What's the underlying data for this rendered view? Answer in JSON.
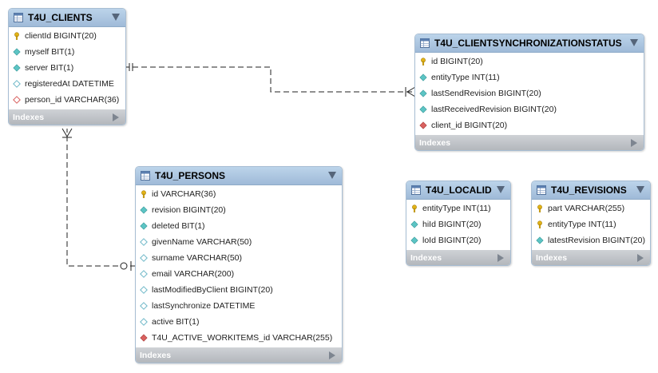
{
  "diagram": {
    "indexes_label": "Indexes",
    "tables": [
      {
        "name": "T4U_CLIENTS",
        "columns": [
          {
            "text": "clientId BIGINT(20)",
            "icon": "primary-key-icon"
          },
          {
            "text": "myself BIT(1)",
            "icon": "not-null-column-icon"
          },
          {
            "text": "server BIT(1)",
            "icon": "not-null-column-icon"
          },
          {
            "text": "registeredAt DATETIME",
            "icon": "nullable-column-icon"
          },
          {
            "text": "person_id VARCHAR(36)",
            "icon": "foreign-key-nullable-icon"
          }
        ]
      },
      {
        "name": "T4U_CLIENTSYNCHRONIZATIONSTATUS",
        "columns": [
          {
            "text": "id BIGINT(20)",
            "icon": "primary-key-icon"
          },
          {
            "text": "entityType INT(11)",
            "icon": "not-null-column-icon"
          },
          {
            "text": "lastSendRevision BIGINT(20)",
            "icon": "not-null-column-icon"
          },
          {
            "text": "lastReceivedRevision BIGINT(20)",
            "icon": "not-null-column-icon"
          },
          {
            "text": "client_id BIGINT(20)",
            "icon": "foreign-key-icon"
          }
        ]
      },
      {
        "name": "T4U_PERSONS",
        "columns": [
          {
            "text": "id VARCHAR(36)",
            "icon": "primary-key-icon"
          },
          {
            "text": "revision BIGINT(20)",
            "icon": "not-null-column-icon"
          },
          {
            "text": "deleted BIT(1)",
            "icon": "not-null-column-icon"
          },
          {
            "text": "givenName VARCHAR(50)",
            "icon": "nullable-column-icon"
          },
          {
            "text": "surname VARCHAR(50)",
            "icon": "nullable-column-icon"
          },
          {
            "text": "email VARCHAR(200)",
            "icon": "nullable-column-icon"
          },
          {
            "text": "lastModifiedByClient BIGINT(20)",
            "icon": "nullable-column-icon"
          },
          {
            "text": "lastSynchronize DATETIME",
            "icon": "nullable-column-icon"
          },
          {
            "text": "active BIT(1)",
            "icon": "nullable-column-icon"
          },
          {
            "text": "T4U_ACTIVE_WORKITEMS_id VARCHAR(255)",
            "icon": "foreign-key-icon"
          }
        ]
      },
      {
        "name": "T4U_LOCALID",
        "columns": [
          {
            "text": "entityType INT(11)",
            "icon": "primary-key-icon"
          },
          {
            "text": "hiId BIGINT(20)",
            "icon": "not-null-column-icon"
          },
          {
            "text": "loId BIGINT(20)",
            "icon": "not-null-column-icon"
          }
        ]
      },
      {
        "name": "T4U_REVISIONS",
        "columns": [
          {
            "text": "part VARCHAR(255)",
            "icon": "primary-key-icon"
          },
          {
            "text": "entityType INT(11)",
            "icon": "primary-key-icon"
          },
          {
            "text": "latestRevision BIGINT(20)",
            "icon": "not-null-column-icon"
          }
        ]
      }
    ],
    "colors": {
      "header_gradient_top": "#bcd4ea",
      "header_gradient_bottom": "#9fbad8",
      "key_gold": "#e3b417",
      "not_null_cyan": "#5cc4c4",
      "foreign_key_red": "#d9615f",
      "nullable_outline": "#6fb8c8",
      "connector": "#222222"
    }
  }
}
